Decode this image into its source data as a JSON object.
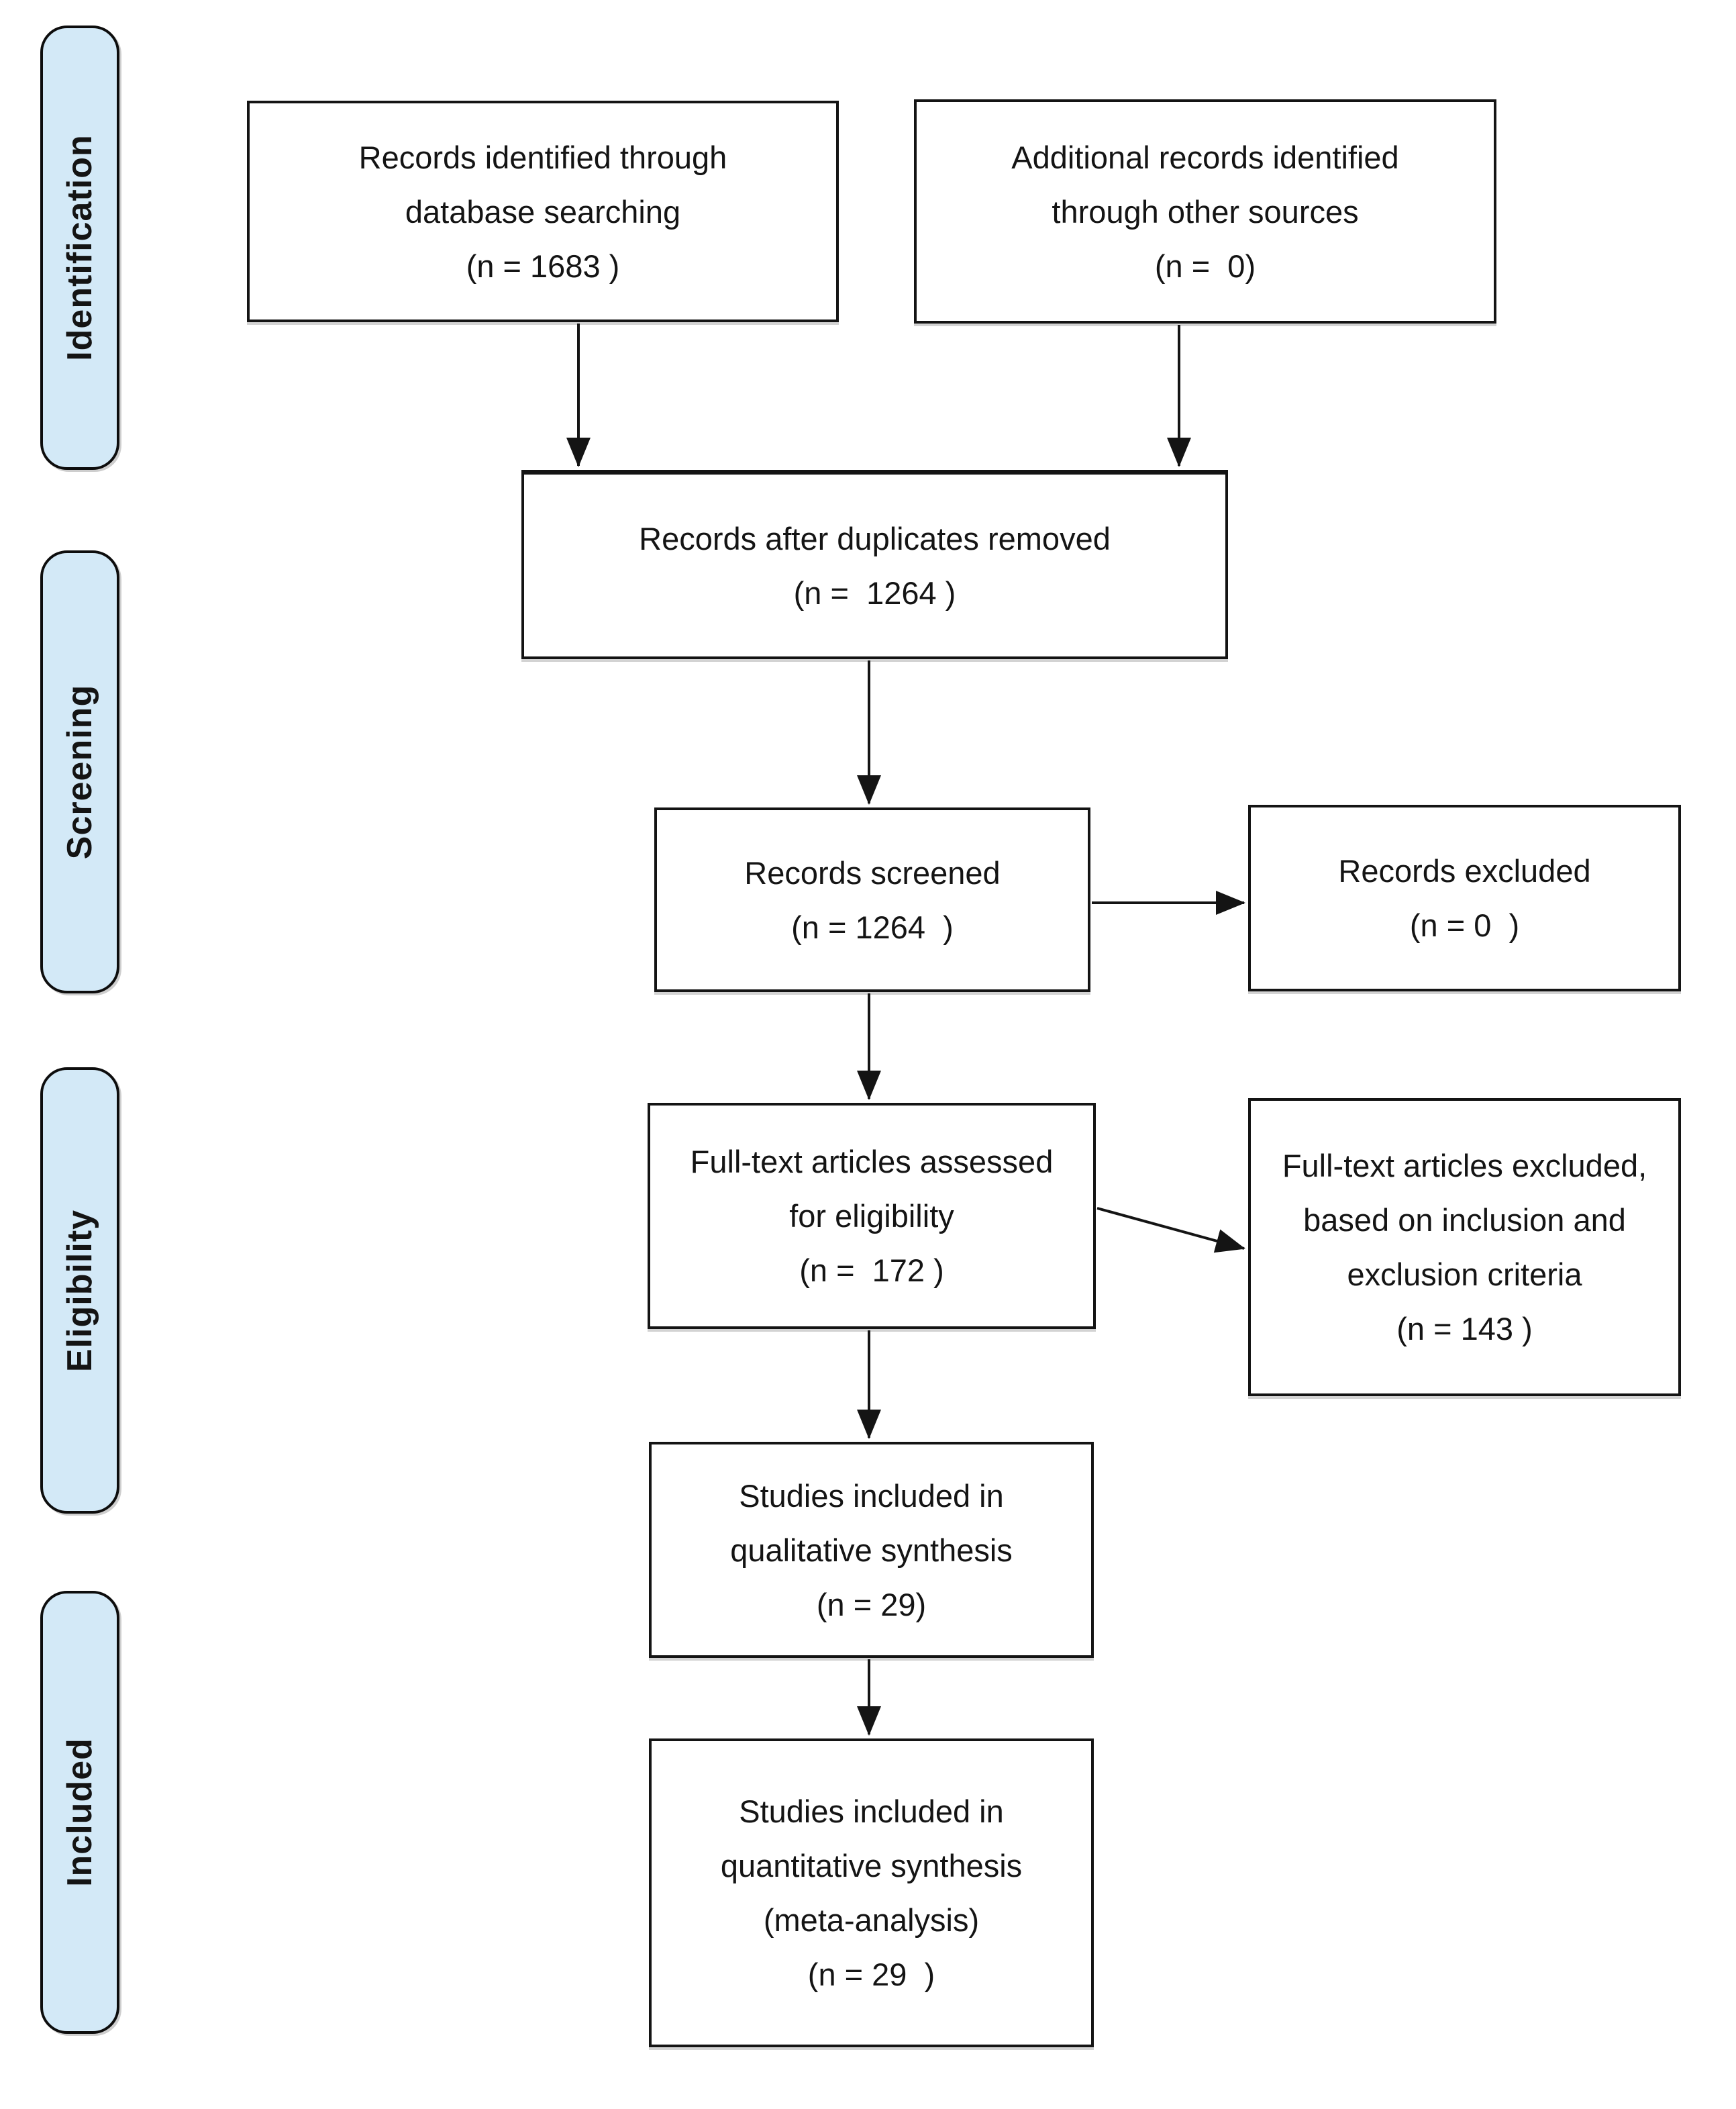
{
  "stages": [
    {
      "label": "Identification"
    },
    {
      "label": "Screening"
    },
    {
      "label": "Eligibility"
    },
    {
      "label": "Included"
    }
  ],
  "boxes": {
    "records_identified": {
      "n": 1683,
      "lines": [
        "Records identified through",
        "database searching",
        "(n = 1683 )"
      ]
    },
    "additional_records": {
      "n": 0,
      "lines": [
        "Additional records identified",
        "through other sources",
        "(n =  0)"
      ]
    },
    "after_duplicates": {
      "n": 1264,
      "lines": [
        "Records after duplicates removed",
        "(n =  1264 )"
      ]
    },
    "records_screened": {
      "n": 1264,
      "lines": [
        "Records screened",
        "(n = 1264  )"
      ]
    },
    "records_excluded": {
      "n": 0,
      "lines": [
        "Records excluded",
        "(n = 0  )"
      ]
    },
    "fulltext_assessed": {
      "n": 172,
      "lines": [
        "Full-text articles assessed",
        "for eligibility",
        "(n =  172 )"
      ]
    },
    "fulltext_excluded": {
      "n": 143,
      "lines": [
        "Full-text articles excluded,",
        "based on inclusion and",
        "exclusion criteria",
        "(n = 143 )"
      ]
    },
    "qualitative_synthesis": {
      "n": 29,
      "lines": [
        "Studies included in",
        "qualitative synthesis",
        "(n = 29)"
      ]
    },
    "quantitative_synthesis": {
      "n": 29,
      "lines": [
        "Studies included in",
        "quantitative synthesis",
        "(meta-analysis)",
        "(n = 29  )"
      ]
    }
  },
  "colors": {
    "stage_fill": "#d3e9f7",
    "stage_border": "#0d0d0d",
    "box_border": "#141414",
    "arrow": "#141414",
    "background": "#ffffff",
    "text": "#141414"
  }
}
